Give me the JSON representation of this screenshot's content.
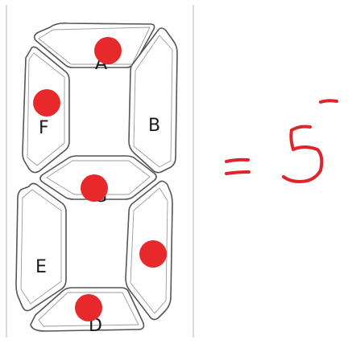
{
  "display": {
    "segments": [
      {
        "id": "A",
        "label": "A",
        "lit": true
      },
      {
        "id": "B",
        "label": "B",
        "lit": false
      },
      {
        "id": "C",
        "label": "",
        "lit": true
      },
      {
        "id": "D",
        "label": "D",
        "lit": true
      },
      {
        "id": "E",
        "label": "E",
        "lit": false
      },
      {
        "id": "F",
        "label": "F",
        "lit": true
      },
      {
        "id": "G",
        "label": "G",
        "lit": true
      }
    ]
  },
  "handwriting": {
    "equals": "=",
    "digit": "5",
    "ink_color": "#e0242a"
  },
  "colors": {
    "dot": "#e8292b",
    "outline": "#555555"
  }
}
